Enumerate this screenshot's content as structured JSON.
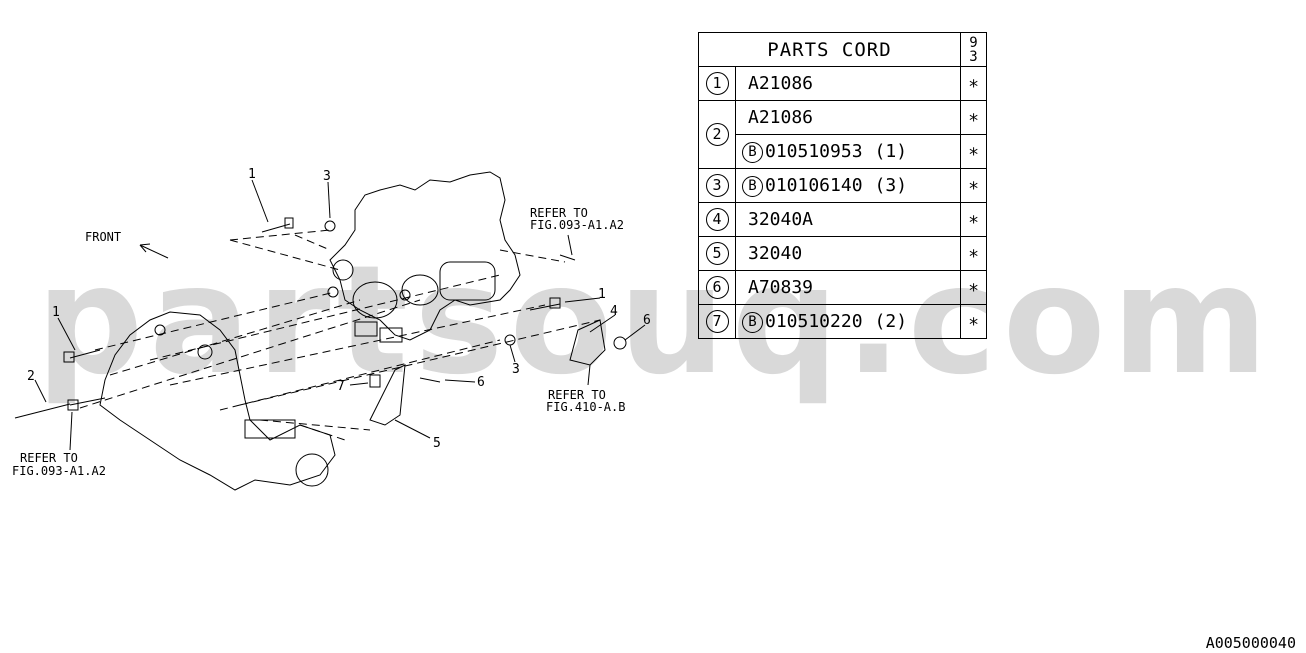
{
  "table": {
    "title": "PARTS CORD",
    "year_top": "9",
    "year_bottom": "3",
    "mark": "∗",
    "b_mark": "B",
    "rows": [
      {
        "ref": "1",
        "code": "A21086",
        "qty": ""
      },
      {
        "ref": "2",
        "code": "A21086",
        "qty": ""
      },
      {
        "ref": "",
        "code": "010510953",
        "qty": "(1)"
      },
      {
        "ref": "3",
        "code": "010106140",
        "qty": "(3)"
      },
      {
        "ref": "4",
        "code": "32040A",
        "qty": ""
      },
      {
        "ref": "5",
        "code": "32040",
        "qty": ""
      },
      {
        "ref": "6",
        "code": "A70839",
        "qty": ""
      },
      {
        "ref": "7",
        "code": "010510220",
        "qty": "(2)"
      }
    ]
  },
  "diagram": {
    "front_label": "FRONT",
    "refer_top_1": "REFER TO",
    "refer_top_2": "FIG.093-A1.A2",
    "refer_right_1": "REFER TO",
    "refer_right_2": "FIG.410-A.B",
    "refer_left_1": "REFER TO",
    "refer_left_2": "FIG.093-A1.A2",
    "callouts": {
      "c1_top": "1",
      "c3_top": "3",
      "c1_left": "1",
      "c2_left": "2",
      "c1_right": "1",
      "c4": "4",
      "c6_right": "6",
      "c3_mid": "3",
      "c7": "7",
      "c6_mid": "6",
      "c5": "5"
    }
  },
  "watermark": "partsouq.com",
  "figure_id": "A005000040",
  "colors": {
    "ink": "#000000",
    "watermark": "#d9d9d9"
  }
}
